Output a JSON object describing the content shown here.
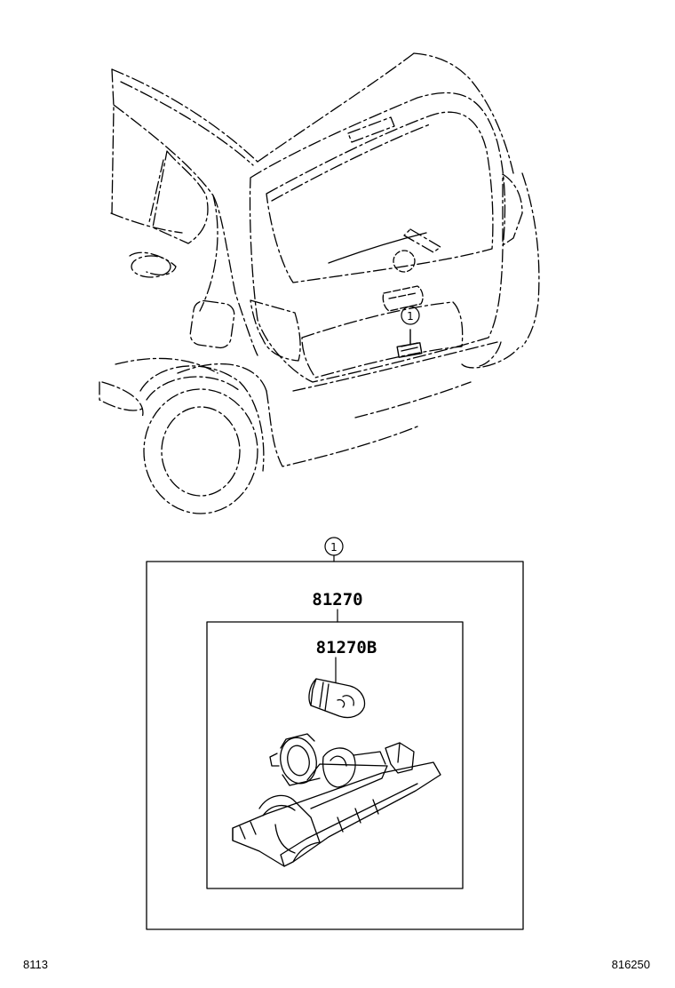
{
  "diagram": {
    "callout_marker": "1",
    "assembly_part_number": "81270",
    "bulb_part_number": "81270B",
    "page_code_left": "8113",
    "page_code_right": "816250"
  },
  "colors": {
    "line": "#000000",
    "background": "#ffffff"
  }
}
